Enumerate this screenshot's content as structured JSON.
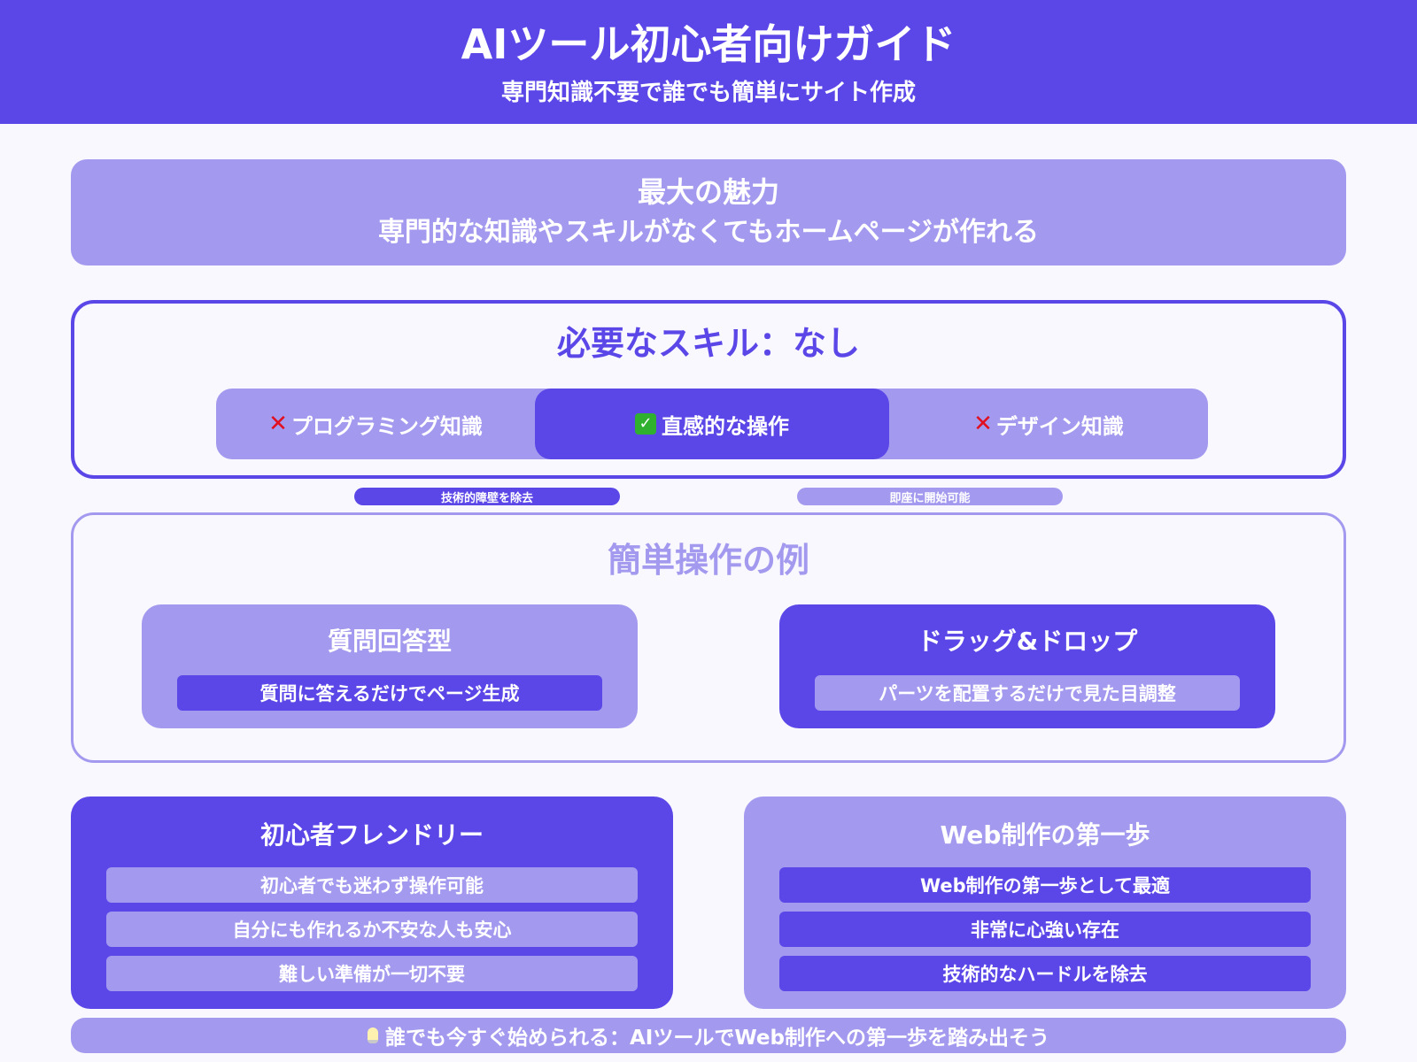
{
  "header": {
    "title": "AIツール初心者向けガイド",
    "subtitle": "専門知識不要で誰でも簡単にサイト作成"
  },
  "appeal": {
    "heading": "最大の魅力",
    "text": "専門的な知識やスキルがなくてもホームページが作れる"
  },
  "skills": {
    "heading": "必要なスキル：なし",
    "items": [
      {
        "icon": "cross-mark-icon",
        "glyph": "✕",
        "label": "プログラミング知識",
        "style": "light"
      },
      {
        "icon": "check-mark-icon",
        "glyph": "✓",
        "label": "直感的な操作",
        "style": "dark"
      },
      {
        "icon": "cross-mark-icon",
        "glyph": "✕",
        "label": "デザイン知識",
        "style": "light"
      }
    ],
    "tags": [
      {
        "label": "技術的障壁を除去",
        "style": "dark"
      },
      {
        "label": "即座に開始可能",
        "style": "light"
      }
    ]
  },
  "examples": {
    "heading": "簡単操作の例",
    "cards": [
      {
        "title": "質問回答型",
        "desc": "質問に答えるだけでページ生成"
      },
      {
        "title": "ドラッグ&ドロップ",
        "desc": "パーツを配置するだけで見た目調整"
      }
    ]
  },
  "panels": {
    "beginner": {
      "title": "初心者フレンドリー",
      "items": [
        "初心者でも迷わず操作可能",
        "自分にも作れるか不安な人も安心",
        "難しい準備が一切不要"
      ]
    },
    "web": {
      "title": "Web制作の第一歩",
      "items": [
        "Web制作の第一歩として最適",
        "非常に心強い存在",
        "技術的なハードルを除去"
      ]
    }
  },
  "footer": {
    "icon": "lightbulb-icon",
    "text": "誰でも今すぐ始められる：AIツールでWeb制作への第一歩を踏み出そう"
  },
  "colors": {
    "primary": "#5b47e8",
    "light": "#a39aef",
    "background": "#f9f8fe",
    "cross": "#e01020",
    "check": "#2fb12f"
  }
}
